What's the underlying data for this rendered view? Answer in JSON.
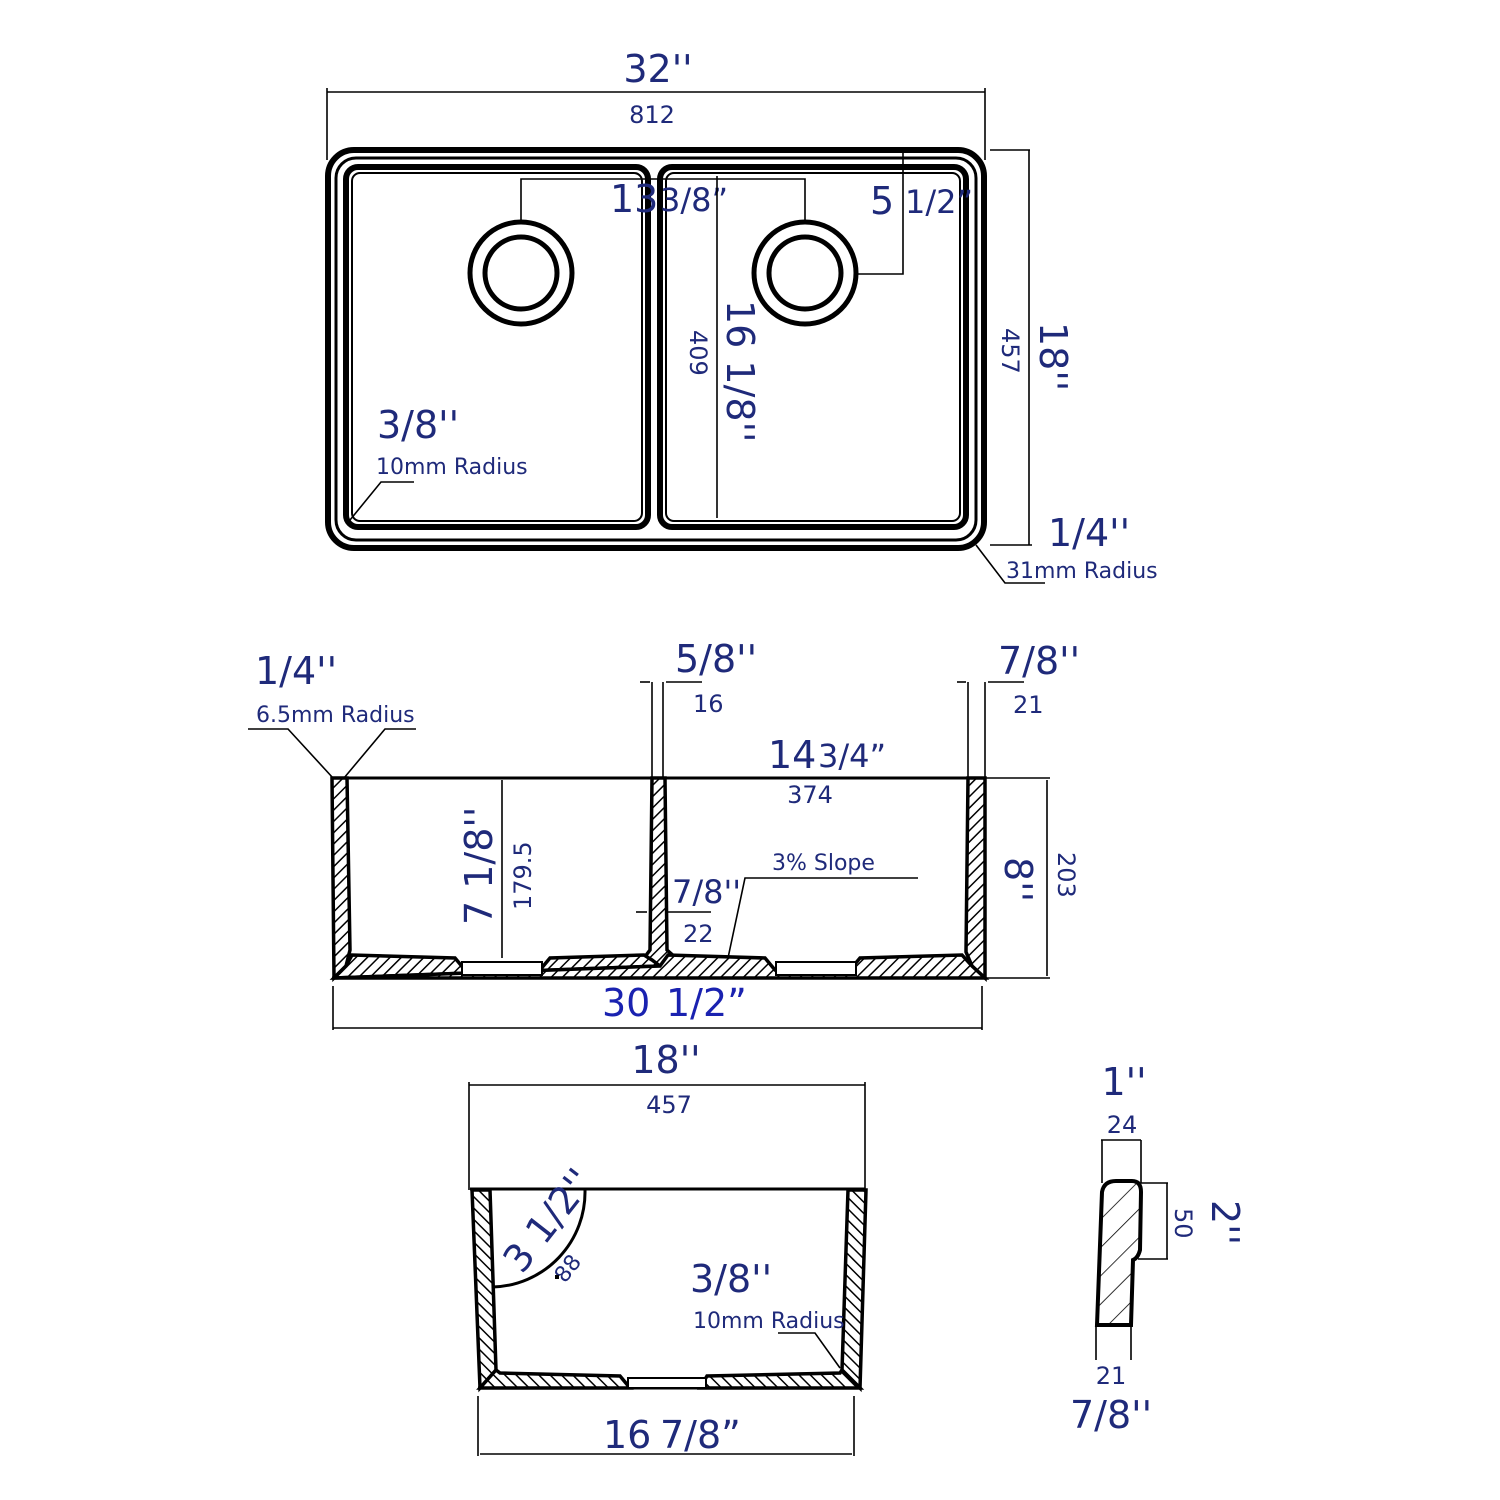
{
  "title": "Double Bowl Farmhouse Sink Dimension Drawing",
  "top_view": {
    "overall_width_in": "32''",
    "overall_width_mm": "812",
    "drain_spacing_in": "13 3/8”",
    "drain_offset_in": "5 1/2”",
    "bowl_depth_front_back_in": "16 1/8''",
    "bowl_depth_front_back_mm": "409",
    "overall_depth_in": "18''",
    "overall_depth_mm": "457",
    "inner_corner_in": "3/8''",
    "inner_corner_note": "10mm Radius",
    "outer_corner_in": "1/4''",
    "outer_corner_note": "31mm Radius"
  },
  "front_section": {
    "edge_radius_in": "1/4''",
    "edge_radius_note": "6.5mm Radius",
    "divider_in": "5/8''",
    "divider_mm": "16",
    "right_wall_in": "7/8''",
    "right_wall_mm": "21",
    "bowl_width_in": "14 3/4”",
    "bowl_width_mm": "374",
    "bowl_depth_in": "7 1/8''",
    "bowl_depth_mm": "179.5",
    "bottom_thickness_in": "7/8''",
    "bottom_thickness_mm": "22",
    "slope_note": "3% Slope",
    "overall_height_in": "8''",
    "overall_height_mm": "203",
    "base_width_in": "30 1/2”"
  },
  "side_section": {
    "overall_depth_in": "18''",
    "overall_depth_mm": "457",
    "drain_radius_in": "3 1/2''",
    "drain_radius_mm": "88",
    "inner_corner_in": "3/8''",
    "inner_corner_note": "10mm Radius",
    "base_depth_in": "16 7/8”"
  },
  "apron_detail": {
    "top_width_in": "1''",
    "top_width_mm": "24",
    "lip_height_in": "2''",
    "lip_height_mm": "50",
    "bottom_width_mm": "21",
    "bottom_width_in": "7/8''"
  }
}
